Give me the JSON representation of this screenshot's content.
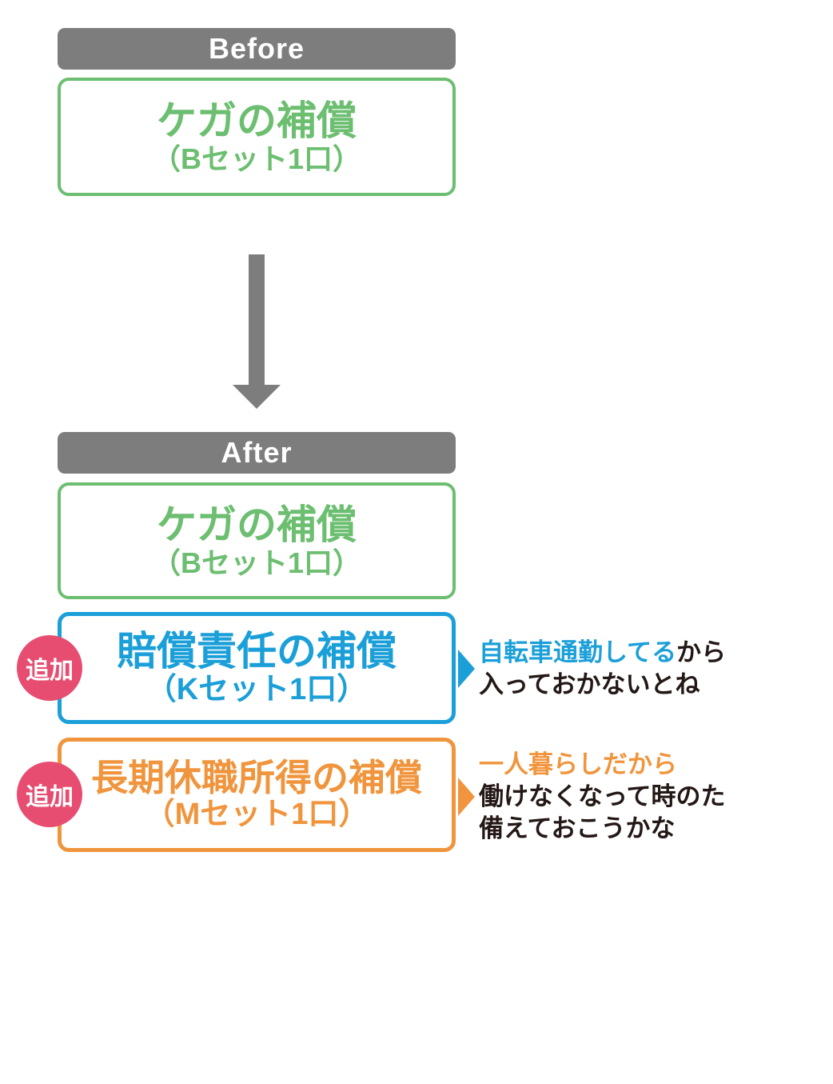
{
  "colors": {
    "header_gray": "#7d7d7d",
    "green": "#6cbe70",
    "blue": "#1b9fd8",
    "orange": "#f0953d",
    "badge_pink": "#e64d71",
    "text_dark": "#231815",
    "background": "#ffffff"
  },
  "before": {
    "header_label": "Before",
    "box_kega": {
      "title": "ケガの補償",
      "subtitle": "（Bセット1口）"
    }
  },
  "after": {
    "header_label": "After",
    "box_kega": {
      "title": "ケガの補償",
      "subtitle": "（Bセット1口）"
    },
    "box_baisho": {
      "badge": "追加",
      "title": "賠償責任の補償",
      "subtitle": "（Kセット1口）",
      "note_highlight": "自転車通勤してる",
      "note_line1_rest": "から",
      "note_line2": "入っておかないとね"
    },
    "box_choki": {
      "badge": "追加",
      "title": "長期休職所得の補償",
      "subtitle": "（Mセット1口）",
      "note_line1": "一人暮らしだから",
      "note_line2": "働けなくなって時のた",
      "note_line3": "備えておこうかな"
    }
  }
}
